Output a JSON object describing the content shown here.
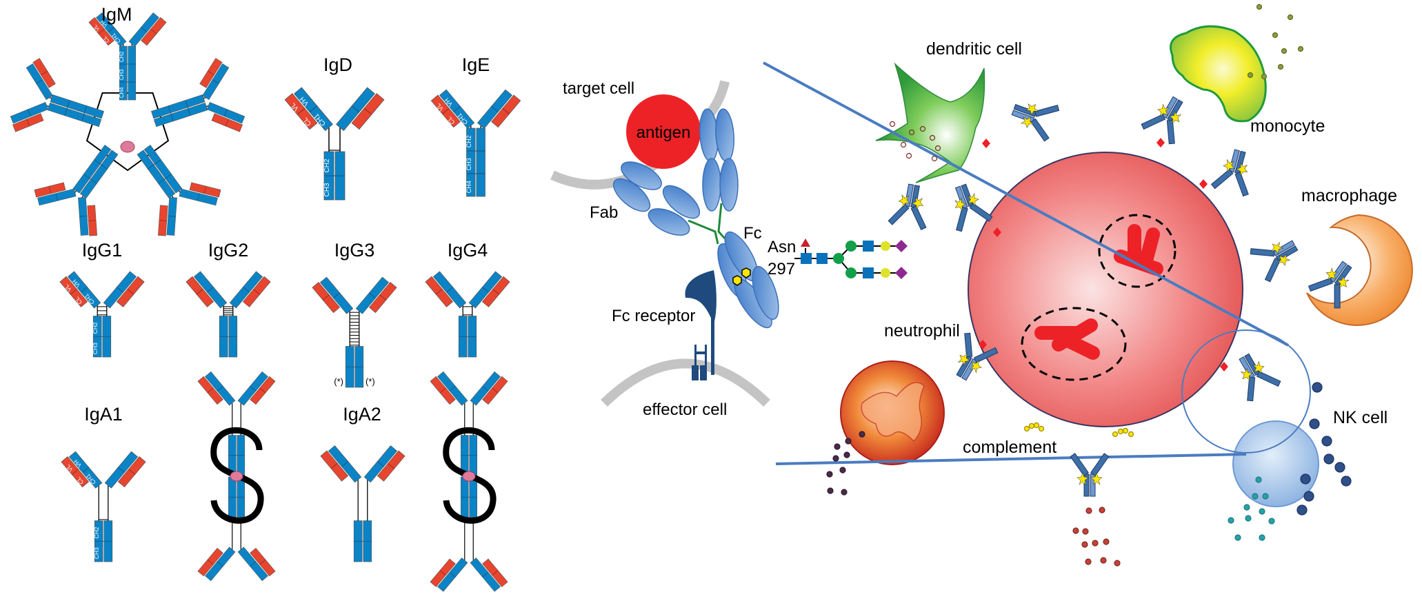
{
  "isotypes": {
    "igm": "IgM",
    "igd": "IgD",
    "ige": "IgE",
    "igg1": "IgG1",
    "igg2": "IgG2",
    "igg3": "IgG3",
    "igg4": "IgG4",
    "iga1": "IgA1",
    "iga2": "IgA2",
    "igg3_note": "(*)",
    "domains": {
      "vh": "VH",
      "ch1": "CH1",
      "vl": "VL",
      "cl": "CL",
      "ch2": "CH2",
      "ch3": "CH3",
      "ch4": "CH4"
    }
  },
  "mechanism": {
    "target_cell": "target cell",
    "antigen": "antigen",
    "fab": "Fab",
    "fc": "Fc",
    "asn": "Asn",
    "asn_num": "297",
    "fc_receptor": "Fc receptor",
    "effector_cell": "effector cell"
  },
  "effectors": {
    "dendritic_cell": "dendritic cell",
    "monocyte": "monocyte",
    "macrophage": "macrophage",
    "neutrophil": "neutrophil",
    "complement": "complement",
    "nk_cell": "NK cell"
  },
  "colors": {
    "heavy_chain": "#0a84c6",
    "light_chain": "#e8452f",
    "antigen": "#ec2227",
    "membrane": "#c4c4c4",
    "fc_receptor": "#1e4a7e",
    "annotation_line": "#4a7cc0"
  }
}
